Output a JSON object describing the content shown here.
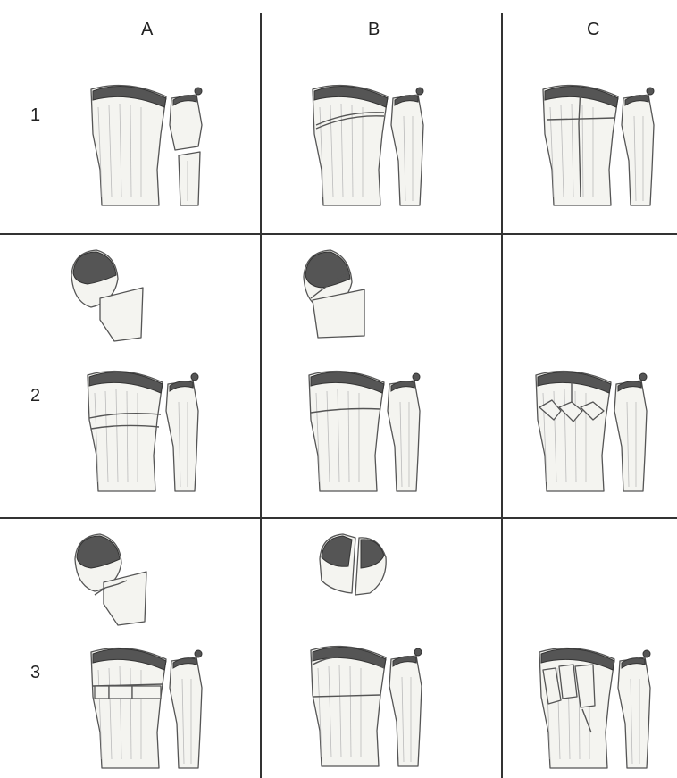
{
  "columns": [
    "A",
    "B",
    "C"
  ],
  "rows": [
    "1",
    "2",
    "3"
  ],
  "colors": {
    "grid": "#333333",
    "bone_outline": "#555555",
    "cartilage": "#555555"
  },
  "cells": [
    {
      "id": "1A",
      "icon": "radius-ulna-fracture-drawing"
    },
    {
      "id": "1B",
      "icon": "radius-ulna-fracture-drawing"
    },
    {
      "id": "1C",
      "icon": "radius-ulna-fracture-drawing"
    },
    {
      "id": "2A",
      "icon": "radius-ulna-fracture-drawing"
    },
    {
      "id": "2B",
      "icon": "radius-ulna-fracture-drawing"
    },
    {
      "id": "2C",
      "icon": "radius-ulna-fracture-drawing"
    },
    {
      "id": "3A",
      "icon": "radius-ulna-fracture-drawing"
    },
    {
      "id": "3B",
      "icon": "radius-ulna-fracture-drawing"
    },
    {
      "id": "3C",
      "icon": "radius-ulna-fracture-drawing"
    }
  ]
}
